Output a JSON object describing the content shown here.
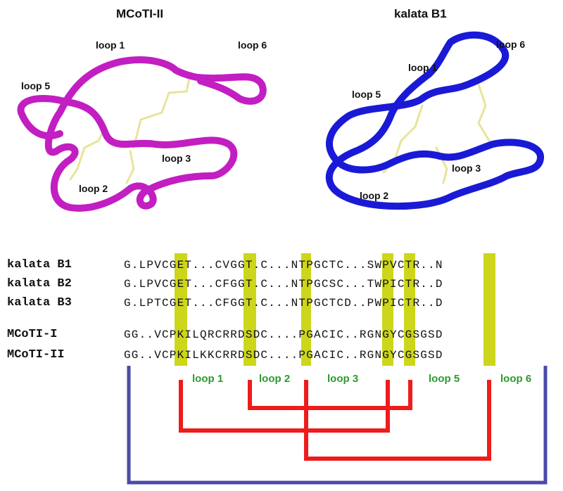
{
  "structures": {
    "left": {
      "title": "MCoTI-II",
      "color": "#c21ec2",
      "labels": [
        "loop 1",
        "loop 6",
        "loop 5",
        "loop 3",
        "loop 2"
      ]
    },
    "right": {
      "title": "kalata B1",
      "color": "#1a1ad6",
      "labels": [
        "loop 6",
        "loop 1",
        "loop 5",
        "loop 3",
        "loop 2"
      ]
    },
    "disulfide_color": "#e8e49a"
  },
  "alignment": {
    "rows": [
      {
        "name": "kalata B1",
        "sequence": "G.LPVCGET...CVGGT.C...NTPGCTC...SWPVCTR..N"
      },
      {
        "name": "kalata B2",
        "sequence": "G.LPVCGET...CFGGT.C...NTPGCSC...TWPICTR..D"
      },
      {
        "name": "kalata B3",
        "sequence": "G.LPTCGET...CFGGT.C...NTPGCTCD..PWPICTR..D"
      },
      {
        "name": "MCoTI-I",
        "sequence": "GG..VCPKILQRCRRDSDC....PGACIC..RGNGYCGSGSD"
      },
      {
        "name": "MCoTI-II",
        "sequence": "GG..VCPKILKKCRRDSDC....PGACIC..RGNGYCGSGSD"
      }
    ],
    "highlight_color": "#cdd61a",
    "loop_labels": [
      "loop 1",
      "loop 2",
      "loop 3",
      "loop 5",
      "loop 6"
    ],
    "loop_label_color": "#2e9a2e",
    "disulfide_bond_color": "#ee1c1c",
    "cyclization_color": "#4a4aa8"
  }
}
